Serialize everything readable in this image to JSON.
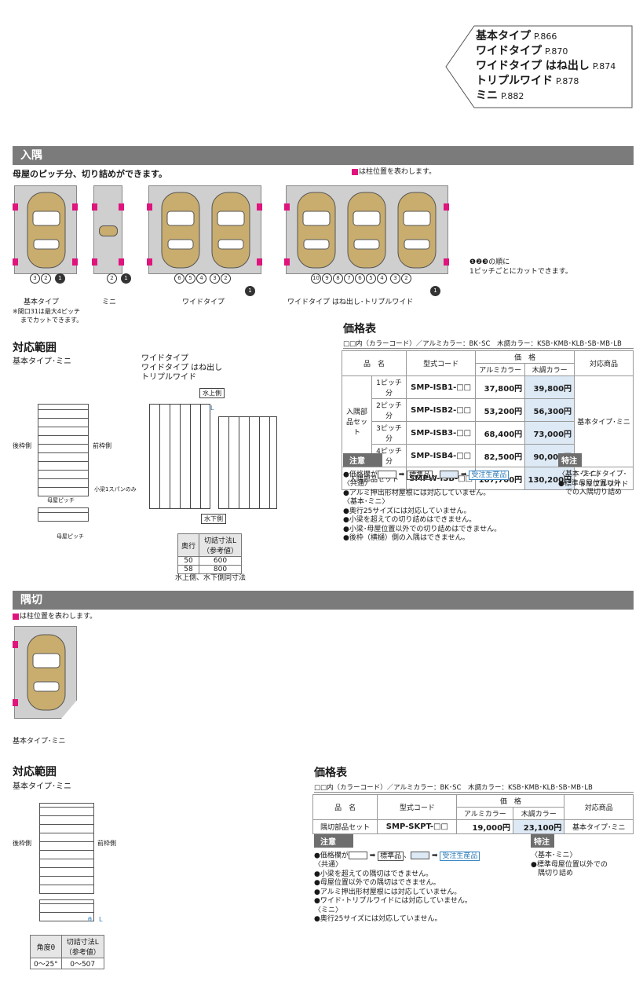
{
  "nav": {
    "items": [
      {
        "label": "基本タイプ",
        "page": "P.866"
      },
      {
        "label": "ワイドタイプ",
        "page": "P.870"
      },
      {
        "label": "ワイドタイプ はね出し",
        "page": "P.874"
      },
      {
        "label": "トリプルワイド",
        "page": "P.878"
      },
      {
        "label": "ミニ",
        "page": "P.882"
      }
    ]
  },
  "section1": {
    "title": "入隅",
    "subtitle": "母屋のピッチ分、切り詰めができます。",
    "legend": "は柱位置を表わします。",
    "captions": [
      "基本タイプ",
      "ミニ",
      "ワイドタイプ",
      "ワイドタイプ はね出し･トリプルワイド"
    ],
    "footnote1": "※間口31は最大4ピッチ",
    "footnote2": "までカットできます。",
    "cut_note1": "❶❷❸の順に",
    "cut_note2": "1ピッチごとにカットできます。",
    "range_title": "対応範囲",
    "range_sub1": "基本タイプ･ミニ",
    "range_sub2a": "ワイドタイプ",
    "range_sub2b": "ワイドタイプ はね出し",
    "range_sub2c": "トリプルワイド",
    "diag": {
      "back": "後枠側",
      "front": "前枠側",
      "beam_note": "小梁1スパンのみ",
      "pitch": "母屋ピッチ",
      "up": "水上側",
      "down": "水下側",
      "L": "L"
    },
    "size_table": {
      "h1": "奥行",
      "h2": "切詰寸法L",
      "h2b": "（参考値）",
      "rows": [
        [
          "50",
          "600"
        ],
        [
          "58",
          "800"
        ]
      ],
      "note": "水上側、水下側同寸法"
    },
    "price": {
      "title": "価格表",
      "color_note": "□□内（カラーコード）／アルミカラー：BK･SC　木調カラー：KSB･KMB･KLB･SB･MB･LB",
      "headers": {
        "name": "品　名",
        "code": "型式コード",
        "price": "価　格",
        "alu": "アルミカラー",
        "wood": "木調カラー",
        "target": "対応商品"
      },
      "group_label": "入隅部品セット",
      "rows": [
        {
          "pitch": "1ピッチ分",
          "code": "SMP-ISB1-□□",
          "alu": "37,800円",
          "wood": "39,800円"
        },
        {
          "pitch": "2ピッチ分",
          "code": "SMP-ISB2-□□",
          "alu": "53,200円",
          "wood": "56,300円"
        },
        {
          "pitch": "3ピッチ分",
          "code": "SMP-ISB3-□□",
          "alu": "68,400円",
          "wood": "73,000円"
        },
        {
          "pitch": "4ピッチ分",
          "code": "SMP-ISB4-□□",
          "alu": "82,500円",
          "wood": "90,000円"
        }
      ],
      "target1": "基本タイプ･ミニ",
      "row5": {
        "name": "入隅部品セット",
        "code": "SMPW-ISB-□□",
        "alu": "107,700円",
        "wood": "130,200円",
        "target_a": "ワイドタイプ･",
        "target_b": "トリプルワイド"
      }
    },
    "notes": {
      "head": "注意",
      "legend_pre": "●価格欄が",
      "std": "標準品",
      "ord": "受注生産品",
      "lines": [
        "〈共通〉",
        "●アルミ押出形材屋根には対応していません。",
        "〈基本･ミニ〉",
        "●奥行25サイズには対応していません。",
        "●小梁を超えての切り詰めはできません。",
        "●小梁･母屋位置以外での切り詰めはできません。",
        "●後枠（横樋）側の入隅はできません。"
      ],
      "special_head": "特注",
      "special_lines": [
        "〈基本･ミニ〉",
        "●標準母屋位置以外",
        "　での入隅切り詰め"
      ]
    }
  },
  "section2": {
    "title": "隅切",
    "legend": "は柱位置を表わします。",
    "caption": "基本タイプ･ミニ",
    "range_title": "対応範囲",
    "range_sub": "基本タイプ･ミニ",
    "diag": {
      "back": "後枠側",
      "front": "前枠側",
      "theta": "θ",
      "L": "L"
    },
    "size_table": {
      "h1": "角度θ",
      "h2": "切詰寸法L",
      "h2b": "（参考値）",
      "rows": [
        [
          "0～25°",
          "0～507"
        ]
      ]
    },
    "price": {
      "title": "価格表",
      "color_note": "□□内（カラーコード）／アルミカラー：BK･SC　木調カラー：KSB･KMB･KLB･SB･MB･LB",
      "headers": {
        "name": "品　名",
        "code": "型式コード",
        "price": "価　格",
        "alu": "アルミカラー",
        "wood": "木調カラー",
        "target": "対応商品"
      },
      "row": {
        "name": "隅切部品セット",
        "code": "SMP-SKPT-□□",
        "alu": "19,000円",
        "wood": "23,100円",
        "target": "基本タイプ･ミニ"
      }
    },
    "notes": {
      "head": "注意",
      "legend_pre": "●価格欄が",
      "std": "標準品",
      "ord": "受注生産品",
      "lines": [
        "〈共通〉",
        "●小梁を超えての隅切はできません。",
        "●母屋位置以外での隅切はできません。",
        "●アルミ押出形材屋根には対応していません。",
        "●ワイド･トリプルワイドには対応していません。",
        "〈ミニ〉",
        "●奥行25サイズには対応していません。"
      ],
      "special_head": "特注",
      "special_lines": [
        "〈基本･ミニ〉",
        "●標準母屋位置以外での",
        "　隅切り詰め"
      ]
    }
  },
  "colors": {
    "accent": "#e0147d",
    "bar": "#7b7b7b",
    "wood": "#dde9f5",
    "car": "#c9ad6e"
  }
}
